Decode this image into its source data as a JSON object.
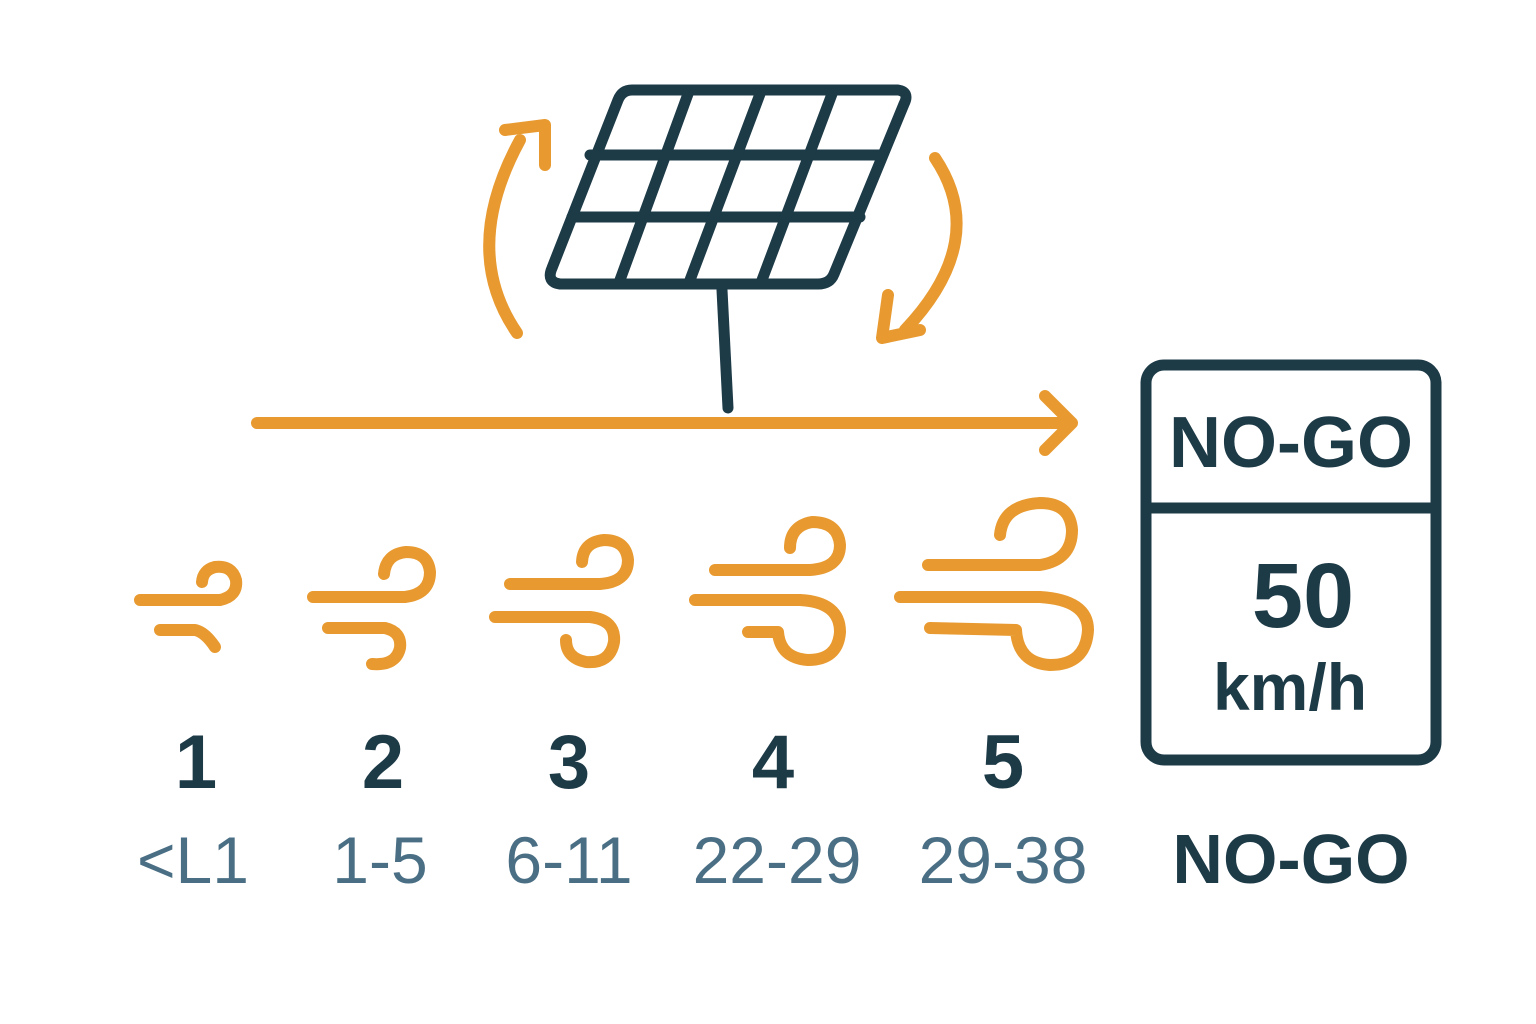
{
  "levels": [
    {
      "level": "1",
      "range": "<L1"
    },
    {
      "level": "2",
      "range": "1-5"
    },
    {
      "level": "3",
      "range": "6-11"
    },
    {
      "level": "4",
      "range": "22-29"
    },
    {
      "level": "5",
      "range": "29-38"
    }
  ],
  "limit_sign": {
    "title": "NO-GO",
    "speed": "50",
    "unit": "km/h"
  },
  "limit_label": "NO-GO",
  "colors": {
    "primary": "#1d3a47",
    "accent": "#e89a30",
    "range_text": "#4a6f85"
  }
}
